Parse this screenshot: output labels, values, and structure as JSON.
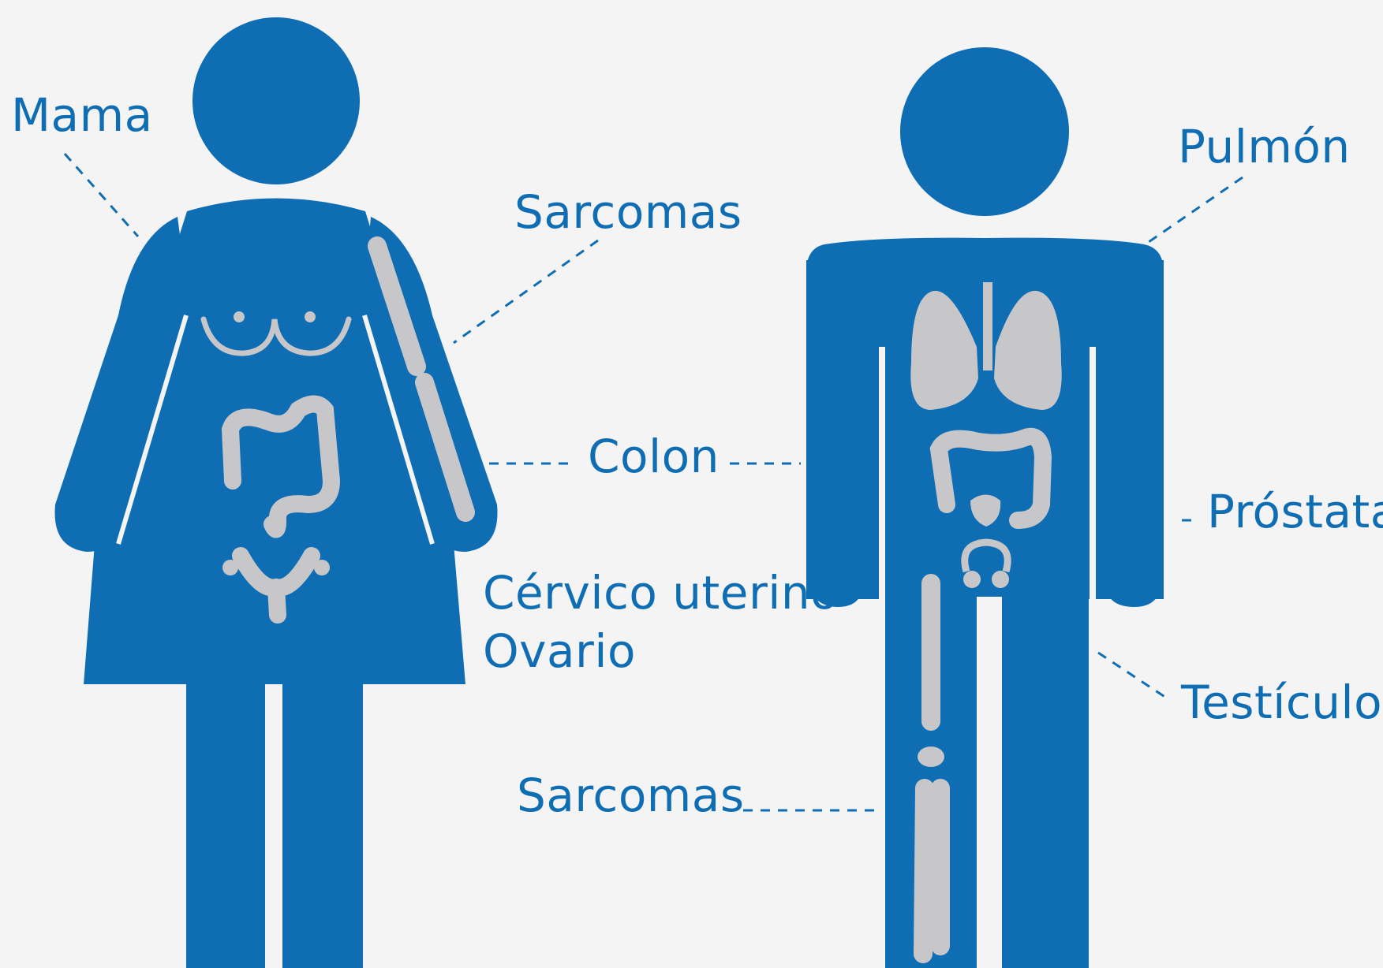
{
  "colors": {
    "figure": "#0f6db3",
    "organ": "#c7c7c9",
    "background": "#f4f4f4"
  },
  "labels": {
    "mama": "Mama",
    "sarcomas_arm": "Sarcomas",
    "colon": "Colon",
    "cervico": "Cérvico uterino",
    "ovario": "Ovario",
    "sarcomas_leg": "Sarcomas",
    "pulmon": "Pulmón",
    "prostata": "Próstata",
    "testiculos": "Testículos"
  }
}
